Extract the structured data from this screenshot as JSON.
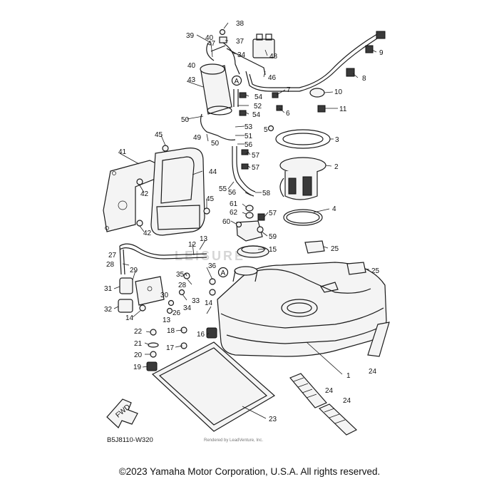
{
  "diagram": {
    "code": "B5J8110-W320",
    "fwd_label": "FWD",
    "marker_label": "A",
    "watermark": "LEISURE",
    "rendered_by": "Rendered by LeadVenture, Inc."
  },
  "copyright": "©2023 Yamaha Motor Corporation, U.S.A. All rights reserved.",
  "callouts": [
    "1",
    "2",
    "3",
    "4",
    "5",
    "6",
    "7",
    "8",
    "9",
    "10",
    "11",
    "12",
    "13",
    "13",
    "14",
    "14",
    "15",
    "16",
    "17",
    "18",
    "19",
    "20",
    "21",
    "22",
    "23",
    "24",
    "24",
    "24",
    "25",
    "25",
    "26",
    "27",
    "28",
    "28",
    "29",
    "30",
    "31",
    "32",
    "33",
    "34",
    "34",
    "35",
    "36",
    "37",
    "38",
    "39",
    "40",
    "40",
    "41",
    "42",
    "42",
    "43",
    "44",
    "45",
    "45",
    "46",
    "47",
    "48",
    "49",
    "50",
    "50",
    "51",
    "52",
    "53",
    "54",
    "54",
    "55",
    "56",
    "56",
    "57",
    "57",
    "57",
    "58",
    "59",
    "60",
    "61",
    "62"
  ]
}
